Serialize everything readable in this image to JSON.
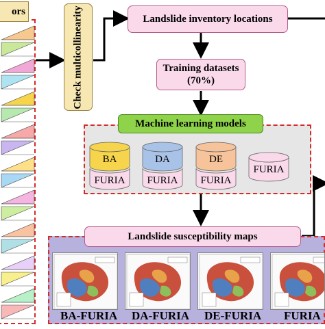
{
  "factors": {
    "title": "ors"
  },
  "steps": {
    "multicollinearity": "Check multicollinearity",
    "inventory": "Landslide inventory locations",
    "training_line1": "Training datasets",
    "training_line2": "(70%)",
    "ml_models": "Machine learning models",
    "susceptibility": "Landslide susceptibility maps"
  },
  "models": [
    {
      "top": "BA",
      "bottom": "FURIA",
      "color": "#f6d54c"
    },
    {
      "top": "DA",
      "bottom": "FURIA",
      "color": "#a9c3e8"
    },
    {
      "top": "DE",
      "bottom": "FURIA",
      "color": "#f7c39a"
    },
    {
      "top": "",
      "bottom": "FURIA",
      "color": "#f9d9ea"
    }
  ],
  "maps": [
    {
      "label": "BA-FURIA"
    },
    {
      "label": "DA-FURIA"
    },
    {
      "label": "DE-FURIA"
    },
    {
      "label": "FURIA"
    }
  ],
  "colors": {
    "pink_box": "#f9d9ea",
    "green_box": "#8ed34a",
    "yellow_box": "#f7e7b3",
    "dashed_border": "#d42a2a",
    "maps_panel": "#b7b1dd"
  }
}
